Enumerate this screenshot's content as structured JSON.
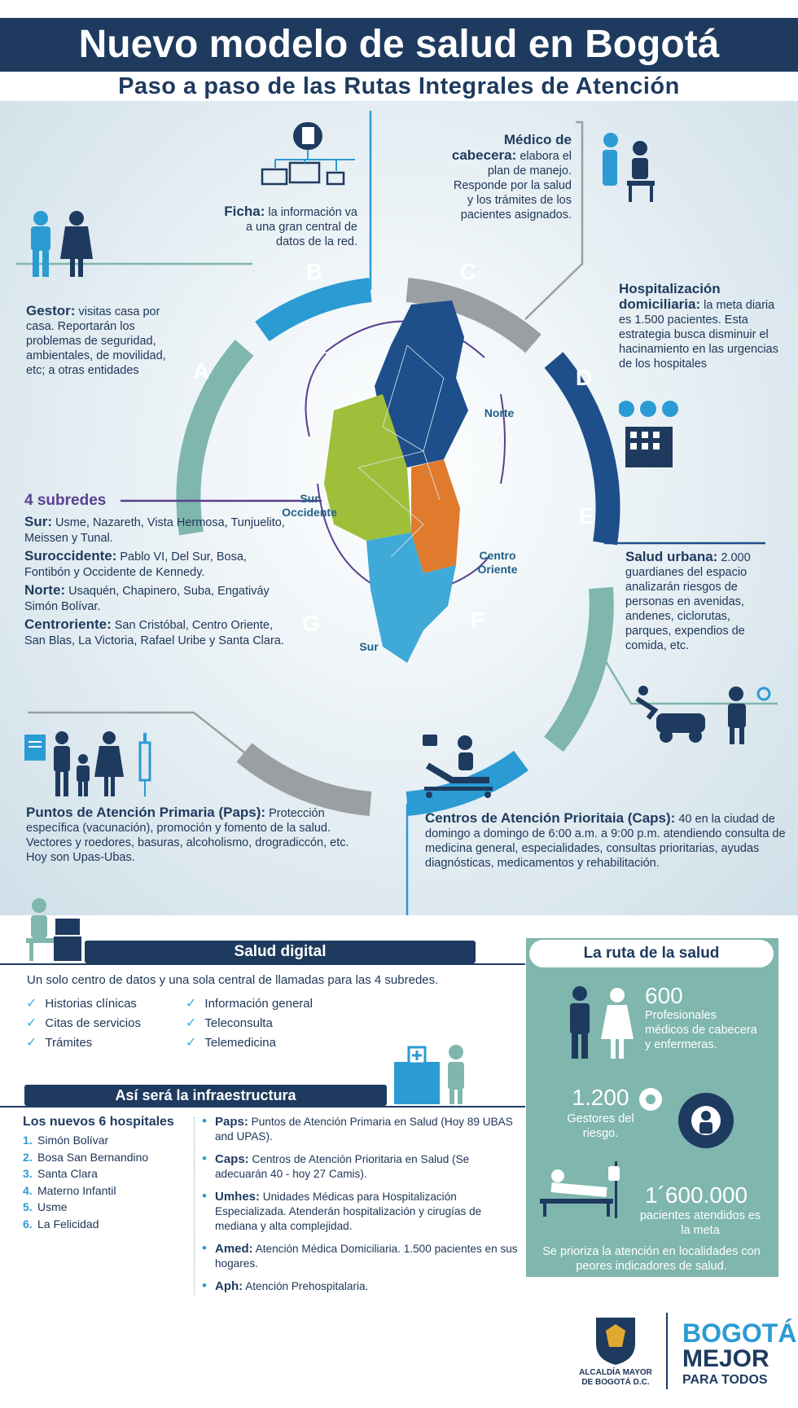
{
  "header": {
    "title": "Nuevo modelo de salud en Bogotá",
    "subtitle": "Paso a paso de las Rutas Integrales de Atención"
  },
  "colors": {
    "navy": "#1e3a5f",
    "blue": "#2b9bd3",
    "teal": "#7fb6ad",
    "green": "#9fbf3b",
    "orange": "#e07b2e",
    "gray": "#9a9fa3"
  },
  "segments": {
    "a": {
      "letter": "A",
      "head": "Gestor:",
      "body": "visitas casa por casa. Reportarán los problemas de seguridad, ambientales, de movilidad, etc; a otras entidades"
    },
    "b": {
      "letter": "B",
      "head": "Ficha:",
      "body": "la información va a una gran central de datos de la red."
    },
    "c": {
      "letter": "C",
      "head": "Médico de cabecera:",
      "body": "elabora el plan de manejo. Responde por la salud y los trámites de los pacientes asignados."
    },
    "d": {
      "letter": "D",
      "head": "Hospitalización domiciliaria:",
      "body": "la meta diaria es 1.500 pacientes. Esta estrategia busca disminuir el hacinamiento en las urgencias de los hospitales"
    },
    "e": {
      "letter": "E",
      "head": "Salud urbana:",
      "body": "2.000 guardianes del espacio analizarán riesgos de personas en avenidas, andenes, ciclorutas, parques, expendios de comida, etc."
    },
    "f": {
      "letter": "F",
      "head": "Centros de Atención Prioritaia (Caps):",
      "body": "40 en la ciudad de domingo a domingo de 6:00 a.m. a 9:00 p.m. atendiendo consulta de medicina general, especialidades, consultas prioritarias, ayudas diagnósticas, medicamentos y rehabilitación."
    },
    "g": {
      "letter": "G",
      "head": "Puntos de Atención Primaria (Paps):",
      "body": "Protección específica (vacunación), promoción y fomento de la salud. Vectores y roedores, basuras, alcoholismo, drogradiccón, etc. Hoy son Upas-Ubas."
    }
  },
  "subredes": {
    "title": "4 subredes",
    "items": [
      {
        "name": "Sur:",
        "text": "Usme, Nazareth, Vista Hermosa, Tunjuelito, Meissen y Tunal."
      },
      {
        "name": "Suroccidente:",
        "text": "Pablo VI, Del Sur, Bosa, Fontibón y Occidente de Kennedy."
      },
      {
        "name": "Norte:",
        "text": "Usaquén, Chapinero, Suba, Engativáy Simón Bolívar."
      },
      {
        "name": "Centroriente:",
        "text": "San Cristóbal, Centro Oriente, San Blas, La Victoria, Rafael Uribe y Santa Clara."
      }
    ]
  },
  "map_labels": {
    "norte": "Norte",
    "sur_occidente": "Sur Occidente",
    "centro_oriente": "Centro Oriente",
    "sur": "Sur"
  },
  "digital": {
    "title": "Salud digital",
    "intro": "Un solo centro de datos y una sola central de llamadas para las 4 subredes.",
    "col1": [
      "Historias clínicas",
      "Citas de servicios",
      "Trámites"
    ],
    "col2": [
      "Información general",
      "Teleconsulta",
      "Telemedicina"
    ]
  },
  "infra": {
    "title": "Así será la infraestructura",
    "hosp_title": "Los nuevos 6 hospitales",
    "hospitals": [
      {
        "n": "1.",
        "name": "Simón Bolívar"
      },
      {
        "n": "2.",
        "name": "Bosa San Bernandino"
      },
      {
        "n": "3.",
        "name": "Santa Clara"
      },
      {
        "n": "4.",
        "name": "Materno Infantil"
      },
      {
        "n": "5.",
        "name": "Usme"
      },
      {
        "n": "6.",
        "name": "La Felicidad"
      }
    ],
    "items": [
      {
        "k": "Paps:",
        "t": "Puntos de Atención Primaria en Salud (Hoy 89 UBAS and UPAS)."
      },
      {
        "k": "Caps:",
        "t": "Centros de Atención Prioritaria en Salud (Se adecuarán 40 - hoy 27 Camis)."
      },
      {
        "k": "Umhes:",
        "t": "Unidades Médicas para Hospitalización Especializada. Atenderán hospitalización y cirugías de mediana y alta complejidad."
      },
      {
        "k": "Amed:",
        "t": "Atención Médica Domiciliaria. 1.500 pacientes en sus hogares."
      },
      {
        "k": "Aph:",
        "t": "Atención Prehospitalaria."
      }
    ]
  },
  "ruta": {
    "title": "La ruta de la salud",
    "stats": [
      {
        "n": "600",
        "t": "Profesionales médicos de cabecera y enfermeras."
      },
      {
        "n": "1.200",
        "t": "Gestores del riesgo."
      },
      {
        "n": "1´600.000",
        "t": "pacientes atendidos es la meta"
      }
    ],
    "footer": "Se prioriza la atención en localidades con peores indicadores de salud."
  },
  "logos": {
    "alcaldia": "ALCALDÍA MAYOR DE BOGOTÁ D.C.",
    "bogota_1": "BOGOTÁ",
    "bogota_2": "MEJOR",
    "bogota_3": "PARA TODOS"
  }
}
